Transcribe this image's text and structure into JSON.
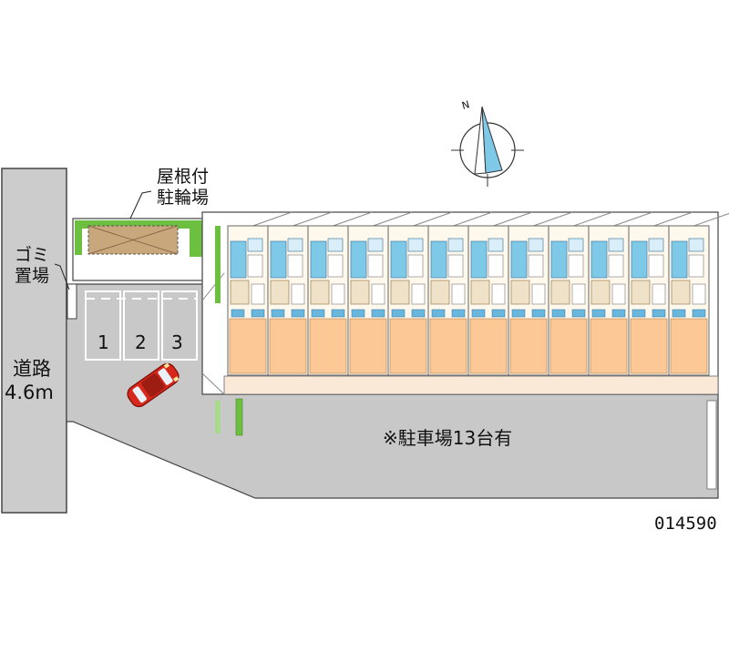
{
  "labels": {
    "bike_shelter_line1": "屋根付",
    "bike_shelter_line2": "駐輪場",
    "garbage_line1": "ゴミ",
    "garbage_line2": "置場",
    "road_line1": "道路",
    "road_line2": "4.6m",
    "parking_note": "※駐車場13台有",
    "property_code": "014590",
    "compass_north": "N"
  },
  "parking_spaces": [
    "1",
    "2",
    "3"
  ],
  "units": 12,
  "colors": {
    "paving": "#c8c8c8",
    "road": "#cccccc",
    "hedge": "#6cbf3f",
    "hedge_light": "#a9d98d",
    "room_floor": "#fcc896",
    "bath": "#7fc9e8",
    "building_outline": "#666666",
    "car": "#d8281c"
  },
  "icons": {
    "compass": "compass-rose-icon",
    "car": "car-icon"
  }
}
